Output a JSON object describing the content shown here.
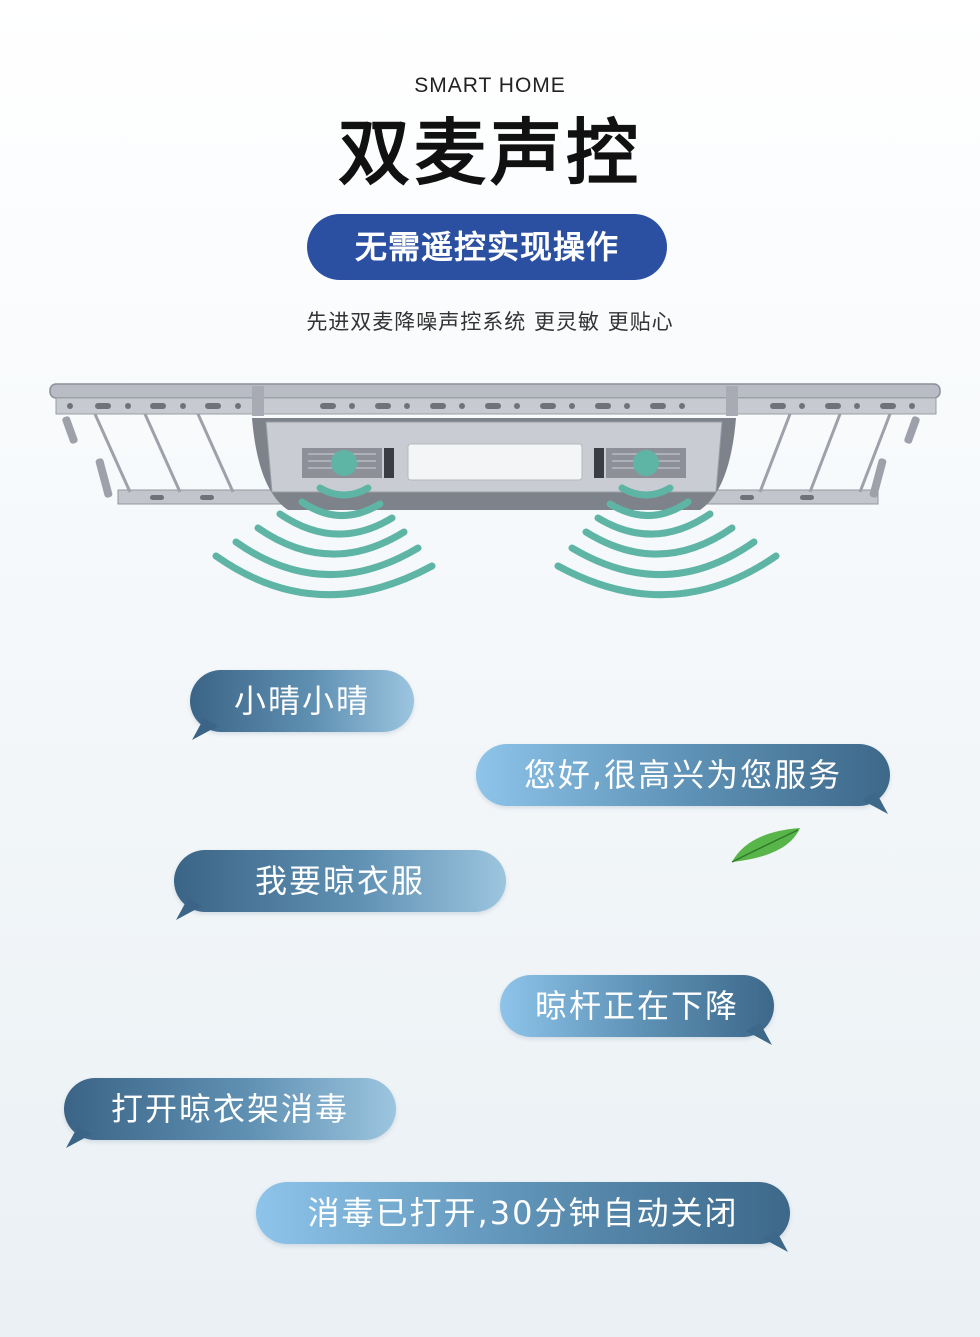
{
  "header": {
    "eyebrow": "SMART  HOME",
    "title": "双麦声控",
    "pill": "无需遥控实现操作",
    "subtitle": "先进双麦降噪声控系统  更灵敏  更贴心"
  },
  "dialogue": [
    {
      "speaker": "user",
      "text": "小晴小晴"
    },
    {
      "speaker": "device",
      "text": "您好,很高兴为您服务"
    },
    {
      "speaker": "user",
      "text": "我要晾衣服"
    },
    {
      "speaker": "device",
      "text": "晾杆正在下降"
    },
    {
      "speaker": "user",
      "text": "打开晾衣架消毒"
    },
    {
      "speaker": "device",
      "text": "消毒已打开,30分钟自动关闭"
    }
  ],
  "images": {
    "product": "clothes-drying-rack-with-dual-microphones",
    "decoration": "green-leaf"
  },
  "colors": {
    "pill": "#2c50a1",
    "bubble_dark": "#3b6486",
    "bubble_light": "#8ec4ea",
    "sound_wave": "#5fb5a5"
  }
}
